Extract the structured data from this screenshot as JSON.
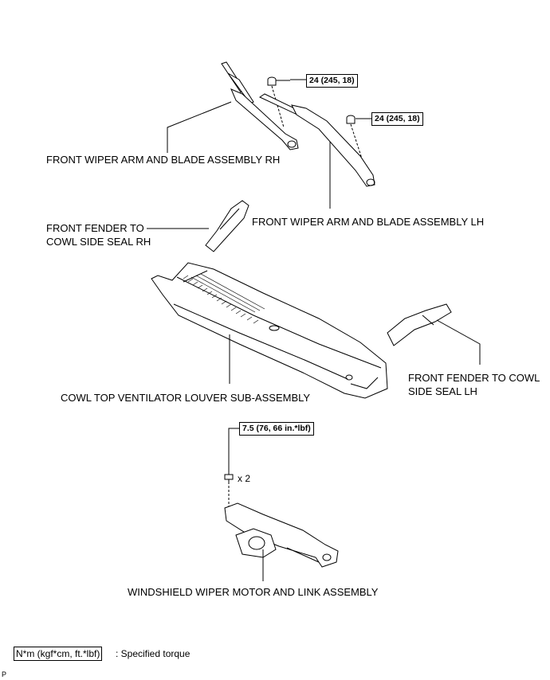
{
  "parts": {
    "wiper_arm_rh": "FRONT WIPER ARM AND BLADE ASSEMBLY RH",
    "wiper_arm_lh": "FRONT WIPER ARM AND BLADE ASSEMBLY LH",
    "fender_seal_rh_line1": "FRONT FENDER TO",
    "fender_seal_rh_line2": "COWL SIDE SEAL RH",
    "fender_seal_lh_line1": "FRONT FENDER TO COWL",
    "fender_seal_lh_line2": "SIDE SEAL LH",
    "cowl_louver": "COWL TOP VENTILATOR LOUVER SUB-ASSEMBLY",
    "wiper_motor": "WINDSHIELD WIPER MOTOR AND LINK ASSEMBLY"
  },
  "torque": {
    "nut_rh": "24 (245, 18)",
    "nut_lh": "24 (245, 18)",
    "bolt_motor": "7.5 (76, 66 in.*lbf)",
    "bolt_qty": "x 2"
  },
  "legend": {
    "unit": "N*m (kgf*cm, ft.*lbf)",
    "description": ": Specified torque"
  },
  "corner_mark": "P"
}
